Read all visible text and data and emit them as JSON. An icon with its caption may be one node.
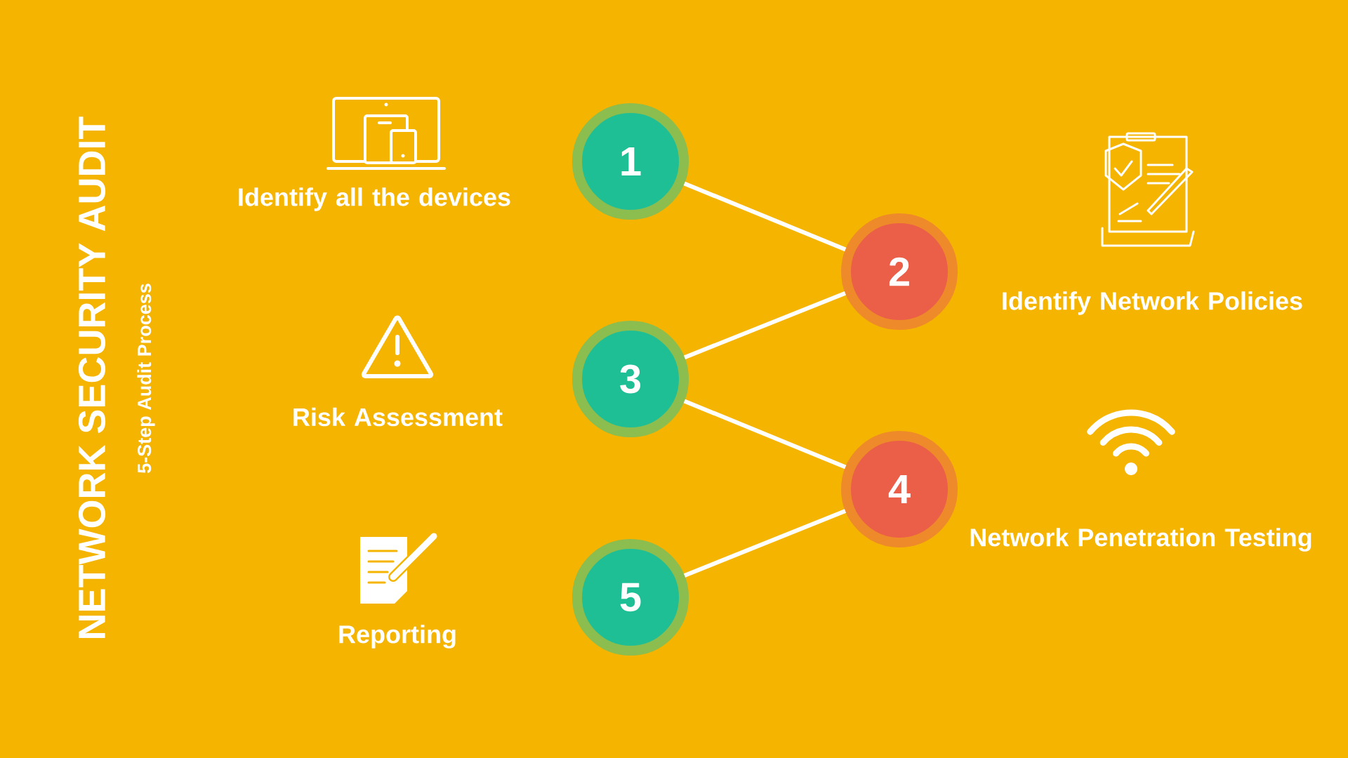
{
  "diagram": {
    "title": "NETWORK SECURITY AUDIT",
    "nodes": [
      {
        "text": [
          "1"
        ],
        "beside": [
          "Identify all the devices"
        ]
      },
      {
        "text": [
          "2"
        ],
        "beside": [
          "Identify Network Policies"
        ]
      },
      {
        "text": [
          "3"
        ],
        "beside": [
          "Risk Assessment"
        ]
      },
      {
        "text": [
          "4"
        ],
        "beside": [
          "Network Penetration Testing"
        ]
      },
      {
        "text": [
          "5"
        ]
      }
    ],
    "edges": [
      {
        "from": 0,
        "to": 1,
        "arrow": "none"
      },
      {
        "from": 1,
        "to": 2,
        "arrow": "none"
      },
      {
        "from": 2,
        "to": 3,
        "arrow": "none"
      },
      {
        "from": 3,
        "to": 4,
        "arrow": "none"
      }
    ],
    "labels": [
      "5-Step Audit Process",
      "Reporting"
    ]
  }
}
